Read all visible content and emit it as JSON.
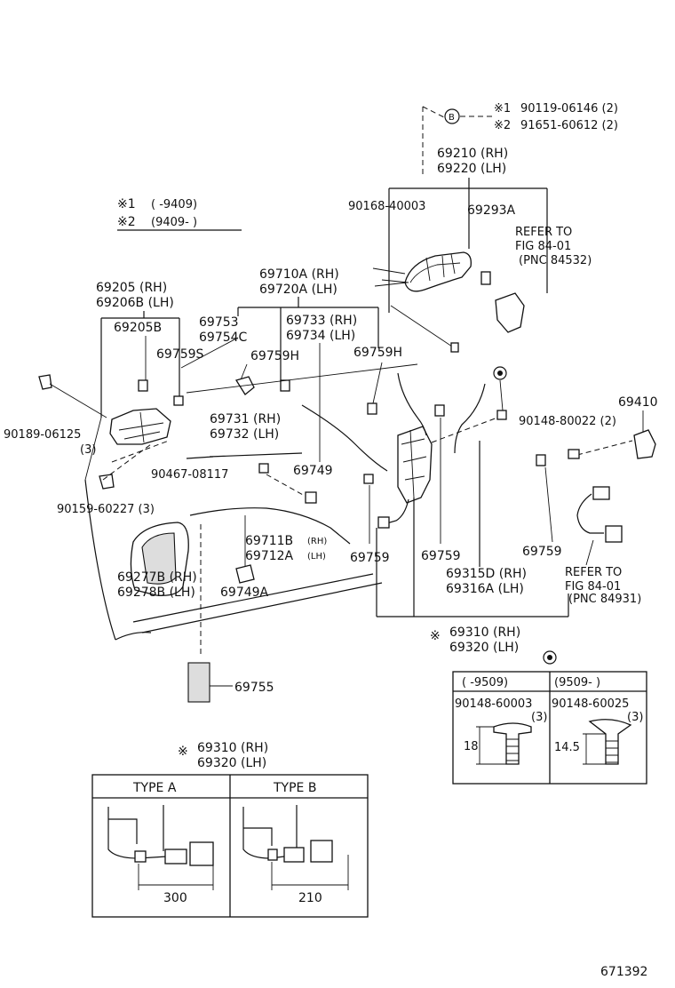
{
  "legend": {
    "mark1_symbol": "※1",
    "mark1_range": "(      -9409)",
    "mark2_symbol": "※2",
    "mark2_range": "(9409-      )"
  },
  "circle_b_letter": "B",
  "top_right_refs": [
    {
      "mark": "※1",
      "text": "90119-06146 (2)"
    },
    {
      "mark": "※2",
      "text": "91651-60612 (2)"
    }
  ],
  "labels": {
    "p69210": "69210 (RH)",
    "p69220": "69220 (LH)",
    "p90168": "90168-40003",
    "p69293A": "69293A",
    "refer1_l1": "REFER TO",
    "refer1_l2": "FIG 84-01",
    "refer1_l3": "(PNC 84532)",
    "p69710A": "69710A (RH)",
    "p69720A": "69720A (LH)",
    "p69205": "69205  (RH)",
    "p69206B": "69206B (LH)",
    "p69205B": "69205B",
    "p69753": "69753",
    "p69754C": "69754C",
    "p69733": "69733 (RH)",
    "p69734": "69734 (LH)",
    "p69759S": "69759S",
    "p69759H_a": "69759H",
    "p69759H_b": "69759H",
    "p69410": "69410",
    "p90148_80022": "90148-80022 (2)",
    "p90189": "90189-06125",
    "p90189_qty": "(3)",
    "p69731": "69731 (RH)",
    "p69732": "69732 (LH)",
    "p90467": "90467-08117",
    "p69749": "69749",
    "p90159": "90159-60227 (3)",
    "p69711B": "69711B",
    "p69711B_rh": "(RH)",
    "p69712A": "69712A",
    "p69712A_lh": "(LH)",
    "p69759_a": "69759",
    "p69759_b": "69759",
    "p69759_c": "69759",
    "p69277B": "69277B (RH)",
    "p69278B": "69278B (LH)",
    "p69749A": "69749A",
    "p69315D": "69315D (RH)",
    "p69316A": "69316A (LH)",
    "refer2_l1": "REFER TO",
    "refer2_l2": "FIG 84-01",
    "refer2_l3": "(PNC 84931)",
    "p69310_mark": "※",
    "p69310": "69310 (RH)",
    "p69320": "69320 (LH)",
    "p69755": "69755"
  },
  "screw_table": {
    "col1_header": "(      -9509)",
    "col2_header": "(9509-      )",
    "col1_part": "90148-60003",
    "col1_qty": "(3)",
    "col2_part": "90148-60025",
    "col2_qty": "(3)",
    "col1_dim": "18",
    "col2_dim": "14.5"
  },
  "type_table": {
    "title_mark": "※",
    "title_l1": "69310 (RH)",
    "title_l2": "69320 (LH)",
    "type_a": "TYPE A",
    "type_b": "TYPE B",
    "dim_a": "300",
    "dim_b": "210"
  },
  "figure_number": "671392"
}
